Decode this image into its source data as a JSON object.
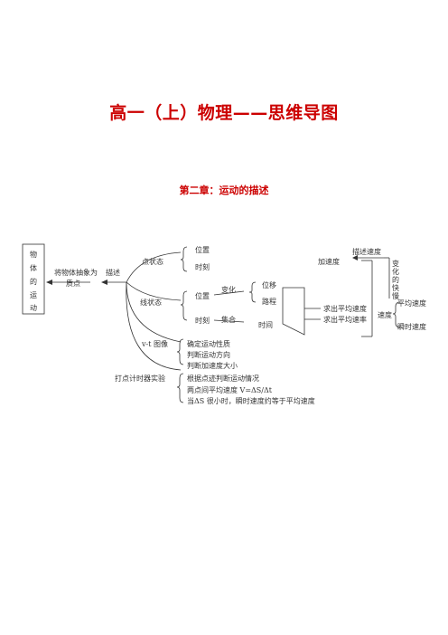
{
  "title": "高一（上）物理——思维导图",
  "subtitle": "第二章：运动的描述",
  "diagram": {
    "root": [
      "物",
      "体",
      "的",
      "运",
      "动"
    ],
    "abstract_line1": "将物体抽象为",
    "abstract_line2": "质点",
    "describe": "描述",
    "point_state": "点状态",
    "position": "位置",
    "moment": "时刻",
    "segment_state": "线状态",
    "position2": "位置",
    "change": "变化",
    "displacement": "位移",
    "path": "路程",
    "moment2": "时刻",
    "set": "集合",
    "time_interval": "时间",
    "avg_velocity_calc": "求出平均速度",
    "avg_speed_calc": "求出平均速率",
    "velocity": "速度",
    "avg_velocity": "平均速度",
    "inst_velocity": "瞬时速度",
    "acceleration": "加速度",
    "describe_velocity": "描述速度",
    "rate_of_change": [
      "变",
      "化",
      "的",
      "快",
      "慢"
    ],
    "vt_graph": "v-t 图像",
    "vt_items": [
      "确定运动性质",
      "判断运动方向",
      "判断加速度大小"
    ],
    "timer_experiment": "打点计时器实验",
    "timer_items": [
      "根据点迹判断运动情况",
      "两点间平均速度 V=ΔS/Δt",
      "当ΔS 很小时，瞬时速度约等于平均速度"
    ]
  }
}
